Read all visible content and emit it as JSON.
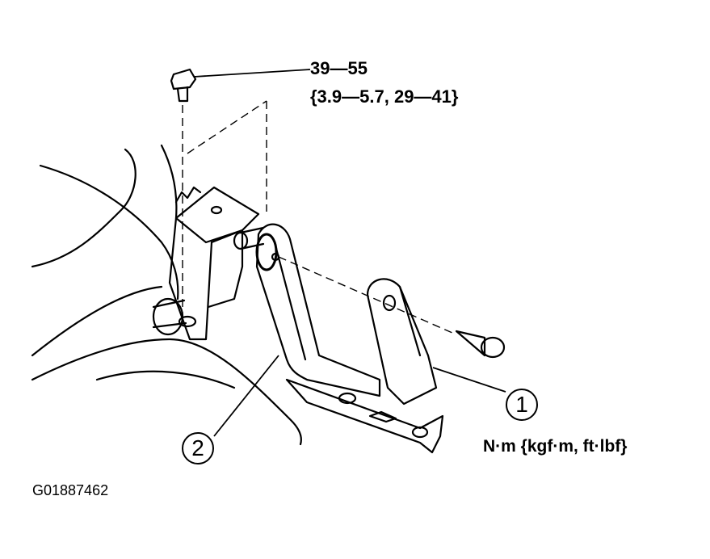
{
  "torque": {
    "line1": "39—55",
    "line2": "{3.9—5.7, 29—41}"
  },
  "units": "N·m {kgf·m, ft·lbf}",
  "figure_id": "G01887462",
  "callouts": {
    "one": "1",
    "two": "2"
  }
}
